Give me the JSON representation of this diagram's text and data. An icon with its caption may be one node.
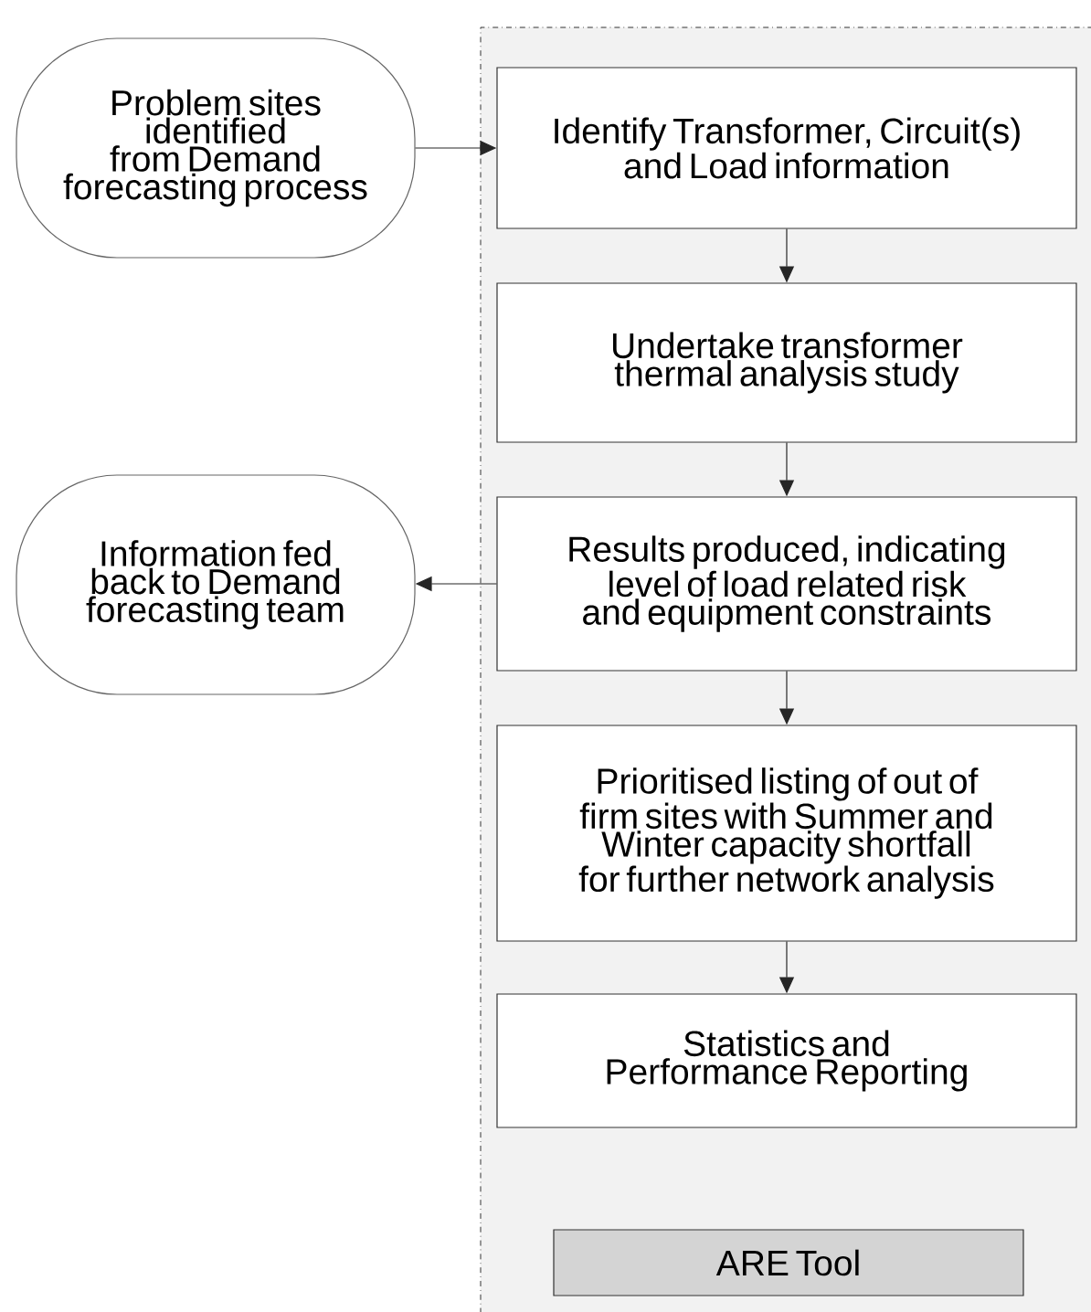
{
  "diagram": {
    "nodes": [
      {
        "text": [
          "Problem sites identified from Demand forecasting process"
        ]
      },
      {
        "text": [],
        "shape": "box"
      },
      {
        "text": [
          "Identify Transformer, Circuit(s) and Load information"
        ],
        "in": 1
      },
      {
        "text": [
          "Undertake transformer thermal analysis study"
        ],
        "in": 1
      },
      {
        "text": [
          "Results produced, indicating level of load related risk and equipment constraints"
        ],
        "in": 1
      },
      {
        "text": [
          "Prioritised listing of out of firm sites with Summer and Winter capacity shortfall for further network analysis"
        ],
        "in": 1
      },
      {
        "text": [
          "Statistics and Performance Reporting"
        ],
        "in": 1
      },
      {
        "text": [
          "ARE Tool"
        ],
        "in": 1
      },
      {
        "text": [
          "Information fed back to Demand forecasting team"
        ]
      }
    ],
    "edges": [
      {
        "from": 0,
        "to": 2,
        "arrow": "to"
      },
      {
        "from": 2,
        "to": 3,
        "arrow": "to"
      },
      {
        "from": 3,
        "to": 4,
        "arrow": "to"
      },
      {
        "from": 4,
        "to": 8,
        "arrow": "to"
      },
      {
        "from": 4,
        "to": 5,
        "arrow": "to"
      },
      {
        "from": 5,
        "to": 6,
        "arrow": "to"
      }
    ]
  }
}
